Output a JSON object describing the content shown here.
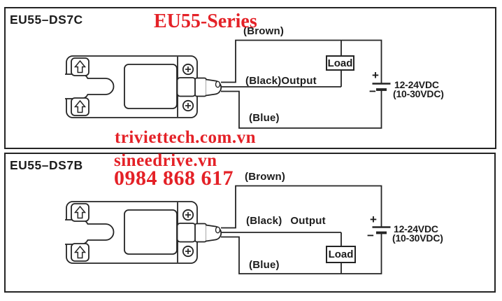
{
  "colors": {
    "ink": "#242424",
    "accent_red": "#e42127",
    "background": "#ffffff"
  },
  "watermarks": {
    "series": "EU55-Series",
    "site1": "triviettech.com.vn",
    "site2": "sineedrive.vn",
    "phone": "0984 868 617"
  },
  "icons": {
    "up_arrow_icon": "⇧",
    "screw_icon": "⊕"
  },
  "panels": [
    {
      "title": "EU55–DS7C",
      "labels": {
        "brown": "(Brown)",
        "black_output": "(Black)Output",
        "blue": "(Blue)"
      },
      "load": "Load",
      "battery": {
        "plus": "+",
        "minus": "−",
        "v1": "12-24VDC",
        "v2": "(10-30VDC)"
      }
    },
    {
      "title": "EU55–DS7B",
      "labels": {
        "brown": "(Brown)",
        "black": "(Black)",
        "output": "Output",
        "blue": "(Blue)"
      },
      "load": "Load",
      "battery": {
        "plus": "+",
        "minus": "−",
        "v1": "12-24VDC",
        "v2": "(10-30VDC)"
      }
    }
  ]
}
